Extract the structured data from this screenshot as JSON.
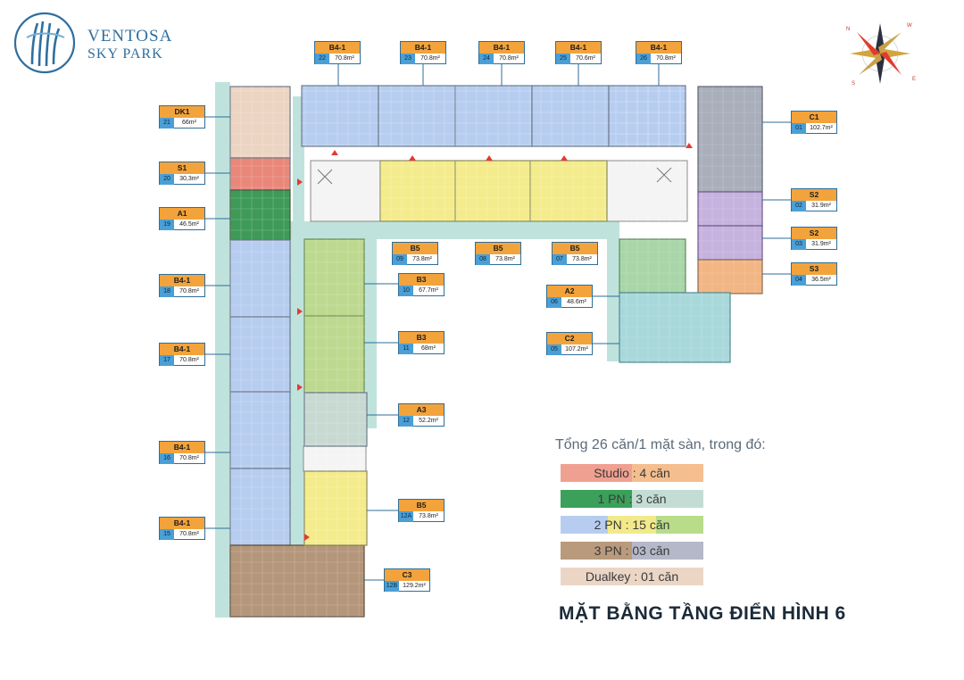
{
  "logo": {
    "line1": "VENTOSA",
    "line2": "SKY PARK"
  },
  "compass": {
    "n": "N",
    "s": "S",
    "e": "E",
    "w": "W"
  },
  "units": [
    {
      "type": "B4-1",
      "no": "22",
      "area": "70.8m²"
    },
    {
      "type": "B4-1",
      "no": "23",
      "area": "70.8m²"
    },
    {
      "type": "B4-1",
      "no": "24",
      "area": "70.8m²"
    },
    {
      "type": "B4-1",
      "no": "25",
      "area": "70.6m²"
    },
    {
      "type": "B4-1",
      "no": "26",
      "area": "70.8m²"
    },
    {
      "type": "DK1",
      "no": "21",
      "area": "66m²"
    },
    {
      "type": "S1",
      "no": "20",
      "area": "30,3m²"
    },
    {
      "type": "A1",
      "no": "19",
      "area": "46.5m²"
    },
    {
      "type": "B4-1",
      "no": "18",
      "area": "70.8m²"
    },
    {
      "type": "B4-1",
      "no": "17",
      "area": "70.8m²"
    },
    {
      "type": "B4-1",
      "no": "16",
      "area": "70.8m²"
    },
    {
      "type": "B4-1",
      "no": "15",
      "area": "70.8m²"
    },
    {
      "type": "C1",
      "no": "01",
      "area": "102.7m²"
    },
    {
      "type": "S2",
      "no": "02",
      "area": "31.9m²"
    },
    {
      "type": "S2",
      "no": "03",
      "area": "31.9m²"
    },
    {
      "type": "S3",
      "no": "04",
      "area": "36.5m²"
    },
    {
      "type": "B5",
      "no": "09",
      "area": "73.8m²"
    },
    {
      "type": "B5",
      "no": "08",
      "area": "73.8m²"
    },
    {
      "type": "B5",
      "no": "07",
      "area": "73.8m²"
    },
    {
      "type": "B3",
      "no": "10",
      "area": "67.7m²"
    },
    {
      "type": "B3",
      "no": "11",
      "area": "68m²"
    },
    {
      "type": "A2",
      "no": "06",
      "area": "48.6m²"
    },
    {
      "type": "C2",
      "no": "05",
      "area": "107.2m²"
    },
    {
      "type": "A3",
      "no": "12",
      "area": "52.2m²"
    },
    {
      "type": "B5",
      "no": "12A",
      "area": "73.8m²"
    },
    {
      "type": "C3",
      "no": "12B",
      "area": "129.2m²"
    }
  ],
  "summary": {
    "title": "Tổng 26 căn/1 mặt sàn, trong đó:",
    "legend": [
      {
        "label": "Studio : 4 căn",
        "colors": [
          "#f0a090",
          "#f5be8e"
        ]
      },
      {
        "label": "1 PN : 3 căn",
        "colors": [
          "#3aa05a",
          "#c3ddd5"
        ]
      },
      {
        "label": "2 PN : 15 căn",
        "colors": [
          "#b7cdf0",
          "#f2ea8a",
          "#b8dc8a"
        ]
      },
      {
        "label": "3 PN : 03 căn",
        "colors": [
          "#b99a7c",
          "#b4b8c8"
        ]
      },
      {
        "label": "Dualkey : 01 căn",
        "colors": [
          "#ebd6c6",
          "#ebd6c6"
        ]
      }
    ]
  },
  "floor_title": "MẶT BẰNG TẦNG ĐIỂN HÌNH 6",
  "colors": {
    "studio": "#e9877a",
    "one_bed": "#3e9a56",
    "two_bed_blue": "#b7cdf0",
    "two_bed_yellow": "#f4ec8c",
    "two_bed_green": "#bcd98f",
    "three_bed_brown": "#b4967a",
    "three_bed_grey": "#a9aebb",
    "dualkey": "#ecd4c2",
    "s2_purple": "#c6b2df",
    "s3_orange": "#f2b584",
    "a2_green": "#a9d6a8",
    "a3_grey": "#c8d9d2",
    "c2_teal": "#a9d8db",
    "corridor": "#bfe3dc",
    "label_orange": "#f2a33c",
    "label_blue": "#4a9fd6"
  }
}
